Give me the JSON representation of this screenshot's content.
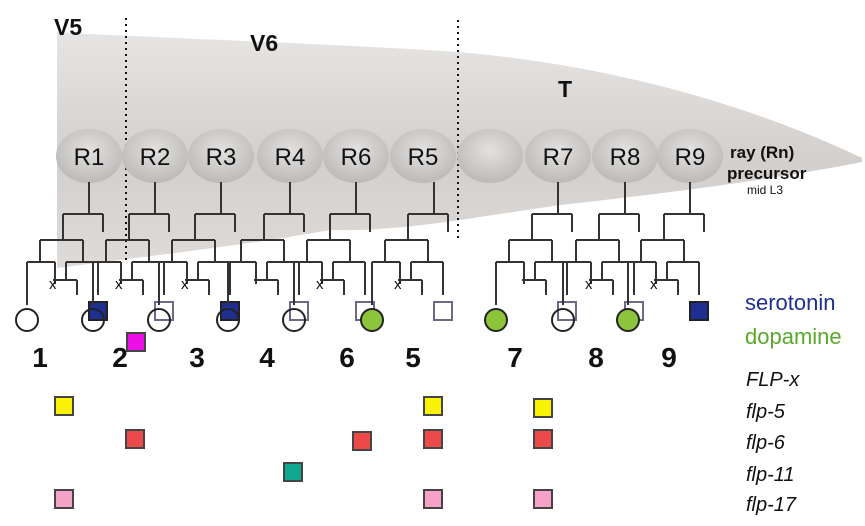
{
  "regions": [
    "V5",
    "V6",
    "T"
  ],
  "rays": [
    "R1",
    "R2",
    "R3",
    "R4",
    "R6",
    "R5",
    "",
    "R7",
    "R8",
    "R9"
  ],
  "ray_annotation": {
    "line1": "ray (Rn)",
    "line2": "precursor",
    "line3": "mid L3"
  },
  "ray_numbers": [
    "1",
    "2",
    "3",
    "4",
    "6",
    "5",
    "7",
    "8",
    "9"
  ],
  "x_mark": "x",
  "legend": [
    {
      "label": "serotonin",
      "color": "#1f2f8f"
    },
    {
      "label": "dopamine",
      "color": "#5aa82a"
    }
  ],
  "genes": [
    "FLP-x",
    "flp-5",
    "flp-6",
    "flp-11",
    "flp-17"
  ],
  "colors": {
    "body_fill": "#d4d1cf",
    "precursor": "#c6c4c2",
    "serotonin": "#1f2f8f",
    "dopamine": "#8cc43c",
    "flp_x": "#ea10e6",
    "flp_5": "#f9f205",
    "flp_6": "#ec4a4a",
    "flp_11": "#10a88e",
    "flp_17": "#f5a1c8"
  }
}
